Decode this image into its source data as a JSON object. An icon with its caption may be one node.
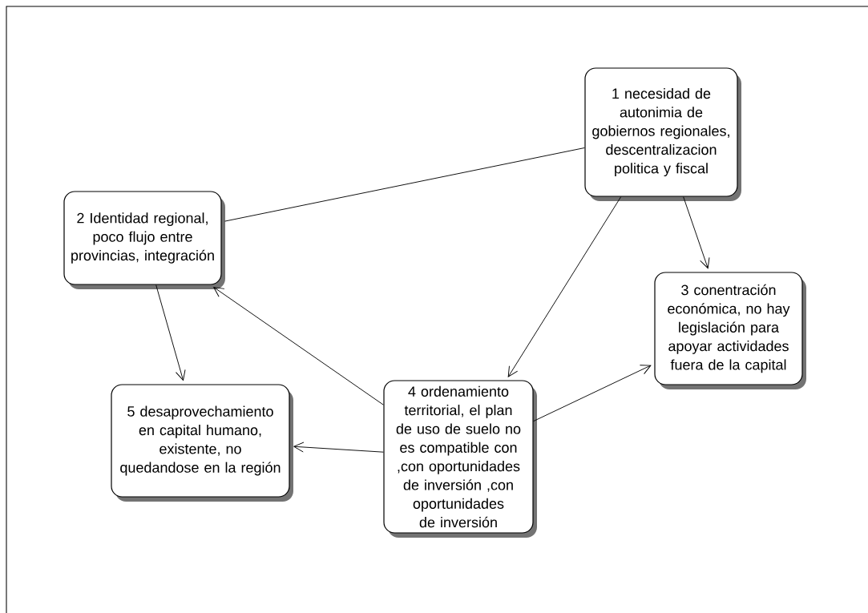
{
  "diagram": {
    "nodes": [
      {
        "text": [
          "1 necesidad de autonimia de gobiernos regionales, descentralizacion politica y fiscal"
        ]
      },
      {
        "text": [
          "2 Identidad regional, poco flujo entre provincias, integración"
        ]
      },
      {
        "text": [
          "3 conentración económica, no hay legislación para apoyar actividades fuera de la capital"
        ]
      },
      {
        "text": [
          "4 ordenamiento territorial, el plan de uso de suelo no es compatible con ,con oportunidades de inversión ,con oportunidades de inversión"
        ]
      },
      {
        "text": [
          "5 desaprovechamiento en capital humano, existente, no quedandose en la región"
        ]
      }
    ],
    "edges": [
      {
        "from": 0,
        "to": 1,
        "arrow": "none"
      },
      {
        "from": 0,
        "to": 3,
        "arrow": "to"
      },
      {
        "from": 0,
        "to": 2,
        "arrow": "to"
      },
      {
        "from": 1,
        "to": 4,
        "arrow": "to"
      },
      {
        "from": 3,
        "to": 1,
        "arrow": "to"
      },
      {
        "from": 3,
        "to": 4,
        "arrow": "to"
      },
      {
        "from": 3,
        "to": 2,
        "arrow": "to"
      }
    ]
  }
}
